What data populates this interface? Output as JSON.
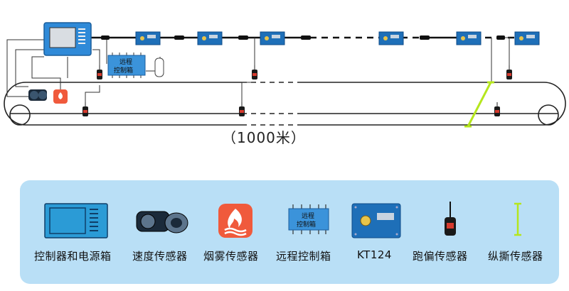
{
  "conveyor": {
    "length_label": "（1000米）",
    "remote_box_text_line1": "远程",
    "remote_box_text_line2": "控制箱"
  },
  "legend": {
    "items": [
      {
        "id": "control",
        "label": "控制器和电源箱",
        "icon": "control-power-box-icon"
      },
      {
        "id": "speed",
        "label": "速度传感器",
        "icon": "speed-sensor-icon"
      },
      {
        "id": "smoke",
        "label": "烟雾传感器",
        "icon": "smoke-sensor-icon"
      },
      {
        "id": "remote",
        "label": "远程控制箱",
        "icon": "remote-control-box-icon",
        "icon_text_line1": "远程",
        "icon_text_line2": "控制箱"
      },
      {
        "id": "kt124",
        "label": "KT124",
        "icon": "kt124-icon"
      },
      {
        "id": "deviation",
        "label": "跑偏传感器",
        "icon": "deviation-sensor-icon"
      },
      {
        "id": "tear",
        "label": "纵撕传感器",
        "icon": "longitudinal-tear-sensor-icon"
      }
    ]
  },
  "colors": {
    "legend_bg": "#b9dff6",
    "device_blue": "#1e6fb8",
    "tear_green": "#b5e61d",
    "smoke_red": "#f05a3c"
  }
}
